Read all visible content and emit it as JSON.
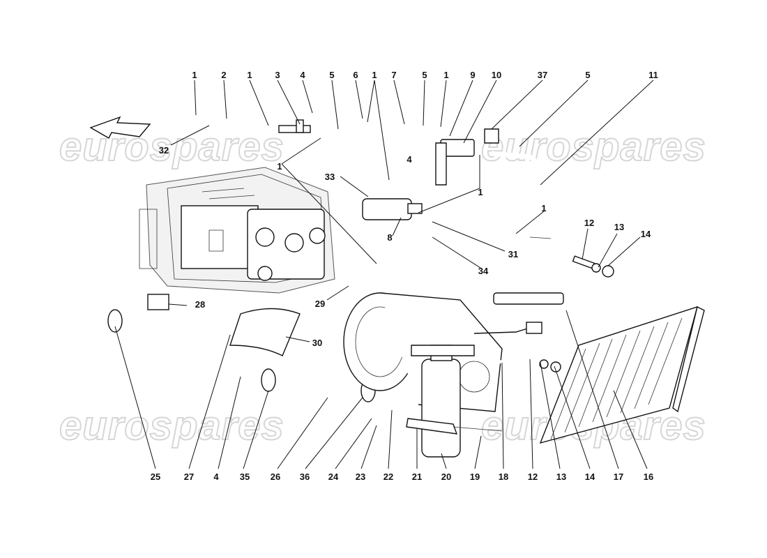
{
  "watermark": {
    "text": "eurospares"
  },
  "callouts": {
    "top": [
      "1",
      "2",
      "1",
      "3",
      "4",
      "5",
      "6",
      "1",
      "7",
      "5",
      "1",
      "9",
      "10",
      "37",
      "5",
      "11"
    ],
    "middle": [
      "32",
      "1",
      "4",
      "33",
      "1",
      "8",
      "1",
      "31",
      "12",
      "13",
      "14",
      "34",
      "29",
      "28",
      "30"
    ],
    "bottom": [
      "25",
      "27",
      "4",
      "35",
      "26",
      "36",
      "24",
      "23",
      "22",
      "21",
      "20",
      "19",
      "18",
      "12",
      "13",
      "14",
      "17",
      "16"
    ]
  },
  "icons": {
    "direction_arrow": "direction-arrow-icon"
  }
}
